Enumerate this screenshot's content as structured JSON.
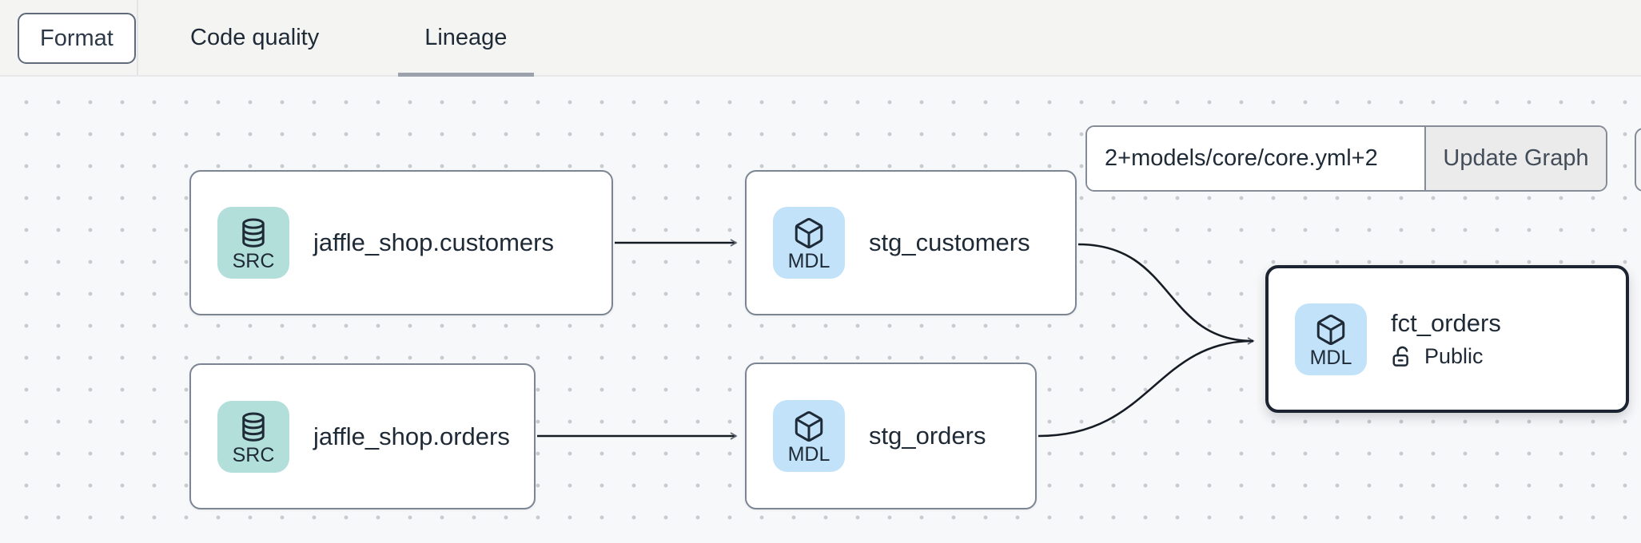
{
  "toolbar": {
    "format_label": "Format",
    "tabs": [
      {
        "label": "Code quality",
        "active": false
      },
      {
        "label": "Lineage",
        "active": true
      }
    ]
  },
  "lineage_controls": {
    "selector_value": "2+models/core/core.yml+2",
    "update_button_label": "Update Graph"
  },
  "graph": {
    "nodes": [
      {
        "id": "jaffle_shop.customers",
        "label": "jaffle_shop.customers",
        "type": "SRC",
        "icon": "database-icon",
        "selected": false
      },
      {
        "id": "stg_customers",
        "label": "stg_customers",
        "type": "MDL",
        "icon": "cube-icon",
        "selected": false
      },
      {
        "id": "jaffle_shop.orders",
        "label": "jaffle_shop.orders",
        "type": "SRC",
        "icon": "database-icon",
        "selected": false
      },
      {
        "id": "stg_orders",
        "label": "stg_orders",
        "type": "MDL",
        "icon": "cube-icon",
        "selected": false
      },
      {
        "id": "fct_orders",
        "label": "fct_orders",
        "type": "MDL",
        "icon": "cube-icon",
        "access": "Public",
        "access_icon": "lock-open-icon",
        "selected": true
      }
    ],
    "edges": [
      {
        "from": "jaffle_shop.customers",
        "to": "stg_customers"
      },
      {
        "from": "jaffle_shop.orders",
        "to": "stg_orders"
      },
      {
        "from": "stg_customers",
        "to": "fct_orders"
      },
      {
        "from": "stg_orders",
        "to": "fct_orders"
      }
    ]
  },
  "colors": {
    "src_badge": "#b2dfda",
    "mdl_badge": "#c1e2f9",
    "node_border": "#7c8594",
    "selected_border": "#1b2430",
    "edge": "#161c24",
    "text": "#1f2a37",
    "canvas_bg": "#f7f8fa",
    "topbar_bg": "#f4f4f3",
    "tab_underline": "#9ba2ab"
  }
}
